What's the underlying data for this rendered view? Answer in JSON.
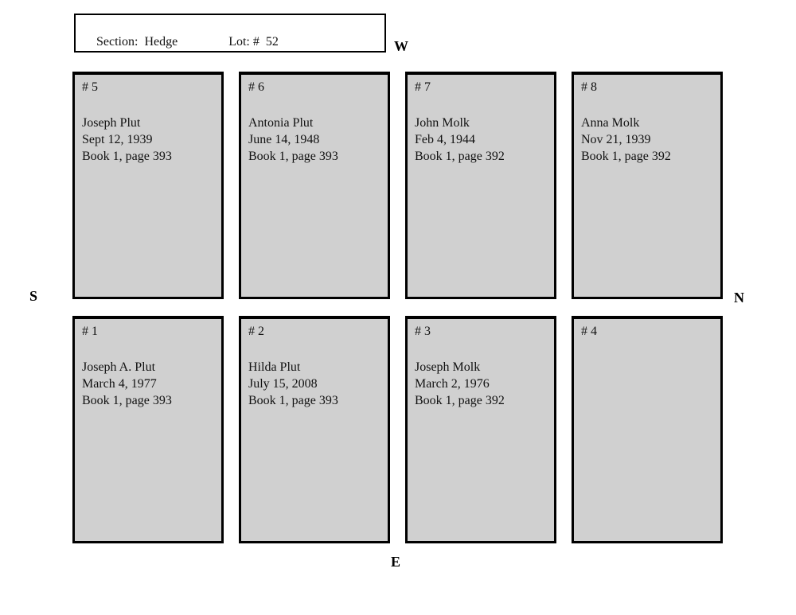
{
  "header": {
    "section_label": "Section:  Hedge",
    "lot_label": "Lot: #  52"
  },
  "compass": {
    "west": "W",
    "south": "S",
    "north": "N",
    "east": "E"
  },
  "colors": {
    "plot_fill": "#d0d0d0",
    "plot_border": "#000000",
    "page_background": "#ffffff"
  },
  "plots": [
    {
      "number": "# 5",
      "name": "Joseph Plut",
      "date": "Sept 12, 1939",
      "book": "Book 1, page 393"
    },
    {
      "number": "# 6",
      "name": "Antonia Plut",
      "date": "June 14, 1948",
      "book": "Book 1, page 393"
    },
    {
      "number": "# 7",
      "name": "John Molk",
      "date": "Feb 4, 1944",
      "book": "Book 1, page 392"
    },
    {
      "number": "# 8",
      "name": "Anna Molk",
      "date": "Nov 21, 1939",
      "book": "Book 1, page 392"
    },
    {
      "number": "# 1",
      "name": "Joseph A. Plut",
      "date": "March 4, 1977",
      "book": "Book 1, page 393"
    },
    {
      "number": "# 2",
      "name": "Hilda Plut",
      "date": "July 15, 2008",
      "book": "Book 1, page 393"
    },
    {
      "number": "# 3",
      "name": "Joseph Molk",
      "date": "March 2, 1976",
      "book": "Book 1, page 392"
    },
    {
      "number": "# 4",
      "name": "",
      "date": "",
      "book": ""
    }
  ]
}
